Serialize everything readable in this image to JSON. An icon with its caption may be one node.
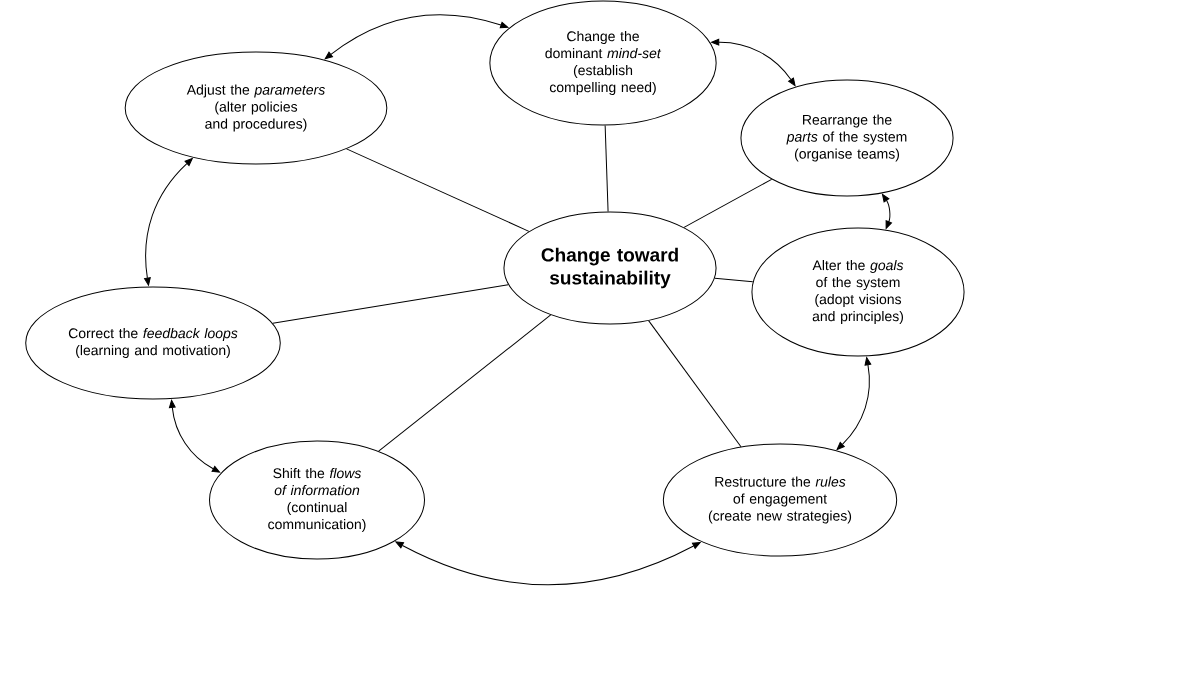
{
  "diagram": {
    "nodes": [
      {
        "text": [
          "Change toward sustainability"
        ]
      },
      {
        "text": [
          "Change the dominant *mind-set*",
          "(establish compelling need)"
        ]
      },
      {
        "text": [
          "Rearrange the *parts* of the system",
          "(organise teams)"
        ]
      },
      {
        "text": [
          "Alter the *goals* of the system",
          "(adopt visions and principles)"
        ]
      },
      {
        "text": [
          "Restructure the *rules* of engagement",
          "(create new strategies)"
        ]
      },
      {
        "text": [
          "Shift the *flows of information*",
          "(continual communication)"
        ]
      },
      {
        "text": [
          "Correct the *feedback loops*",
          "(learning and motivation)"
        ]
      },
      {
        "text": [
          "Adjust the *parameters*",
          "(alter policies and procedures)"
        ]
      }
    ],
    "edges": [
      {
        "from": 0,
        "to": 1,
        "arrow": "none"
      },
      {
        "from": 0,
        "to": 2,
        "arrow": "none"
      },
      {
        "from": 0,
        "to": 3,
        "arrow": "none"
      },
      {
        "from": 0,
        "to": 4,
        "arrow": "none"
      },
      {
        "from": 0,
        "to": 5,
        "arrow": "none"
      },
      {
        "from": 0,
        "to": 6,
        "arrow": "none"
      },
      {
        "from": 0,
        "to": 7,
        "arrow": "none"
      },
      {
        "from": 7,
        "to": 1,
        "arrow": "both"
      },
      {
        "from": 1,
        "to": 2,
        "arrow": "both"
      },
      {
        "from": 2,
        "to": 3,
        "arrow": "both"
      },
      {
        "from": 3,
        "to": 4,
        "arrow": "both"
      },
      {
        "from": 4,
        "to": 5,
        "arrow": "both"
      },
      {
        "from": 5,
        "to": 6,
        "arrow": "both"
      },
      {
        "from": 6,
        "to": 7,
        "arrow": "both"
      }
    ]
  }
}
